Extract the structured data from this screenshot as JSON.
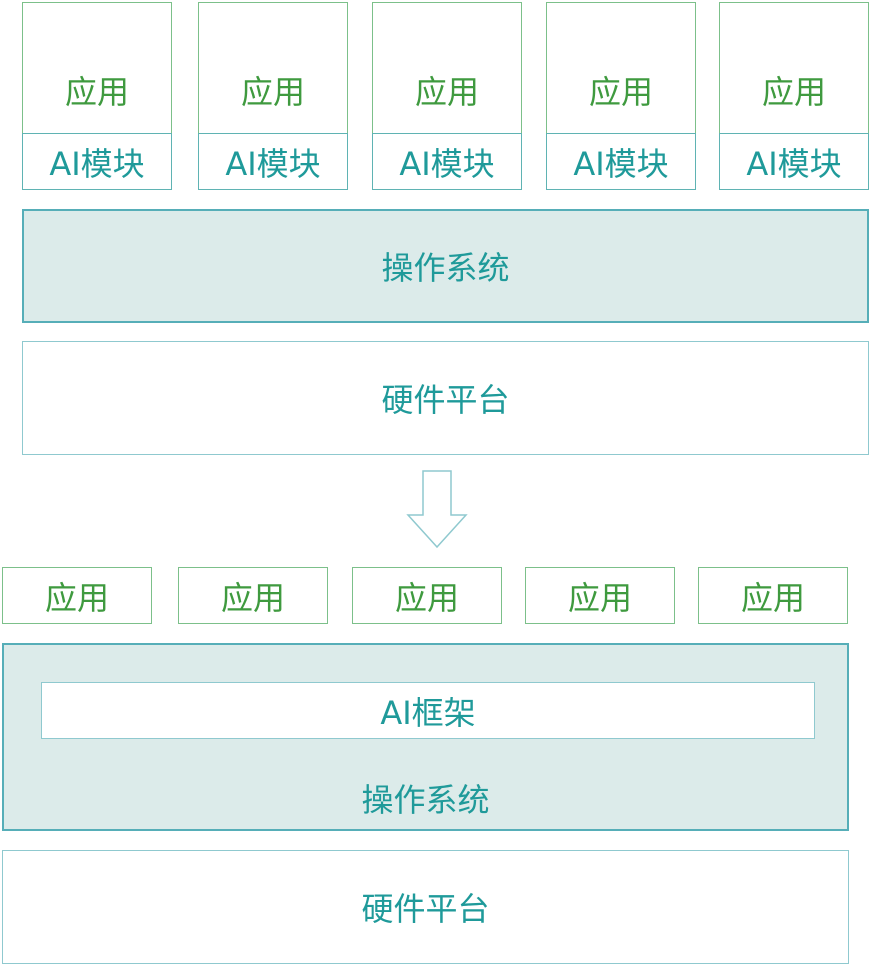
{
  "top": {
    "apps": [
      "应用",
      "应用",
      "应用",
      "应用",
      "应用"
    ],
    "ai_modules": [
      "AI模块",
      "AI模块",
      "AI模块",
      "AI模块",
      "AI模块"
    ],
    "os_label": "操作系统",
    "hw_label": "硬件平台"
  },
  "bottom": {
    "apps": [
      "应用",
      "应用",
      "应用",
      "应用",
      "应用"
    ],
    "ai_framework": "AI框架",
    "os_label": "操作系统",
    "hw_label": "硬件平台"
  },
  "colors": {
    "app_text": "#3f9a3f",
    "teal_text": "#1f9a9a",
    "os_fill": "#dcebea",
    "border_green": "#7cc08a",
    "border_teal": "#56aeb8"
  },
  "icons": {
    "transition": "down-arrow-icon"
  }
}
